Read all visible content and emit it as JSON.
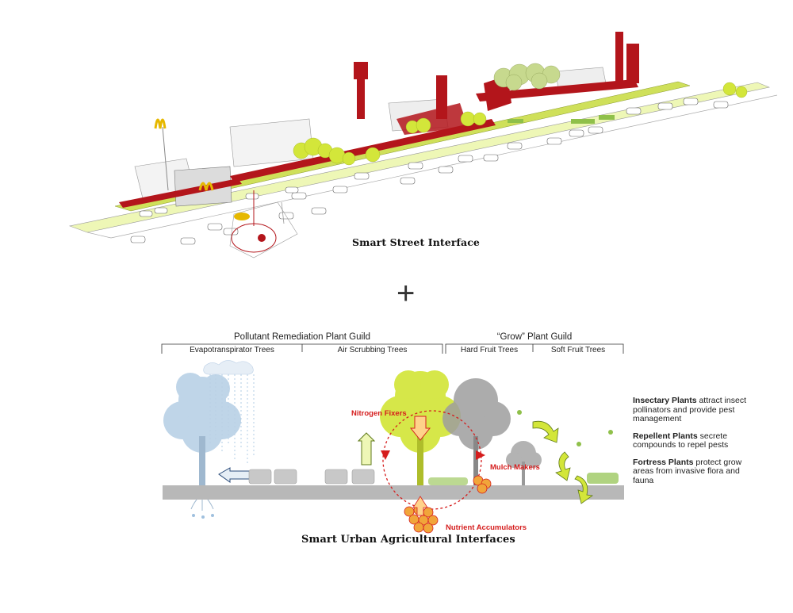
{
  "top": {
    "caption": "Smart Street Interface"
  },
  "connector": "+",
  "bottom": {
    "guilds": [
      {
        "label": "Pollutant Remediation Plant Guild",
        "subs": [
          "Evapotranspirator Trees",
          "Air Scrubbing Trees"
        ]
      },
      {
        "label": "“Grow” Plant Guild",
        "subs": [
          "Hard Fruit Trees",
          "Soft Fruit Trees"
        ]
      }
    ],
    "labels": {
      "nitrogen": "Nitrogen Fixers",
      "mulch": "Mulch Makers",
      "nutrient": "Nutrient Accumulators"
    },
    "legend": [
      {
        "term": "Insectary Plants",
        "desc": " attract insect pollinators and provide pest management"
      },
      {
        "term": "Repellent Plants",
        "desc": " secrete compounds to repel pests"
      },
      {
        "term": "Fortress Plants",
        "desc": " protect grow areas from invasive flora and fauna"
      }
    ],
    "caption": "Smart Urban Agricultural Interfaces"
  },
  "colors": {
    "red": "#b3151b",
    "lime": "#d3e63a",
    "paleBlue": "#b9d1e6",
    "grey": "#9e9e9e",
    "ground": "#b8b8b8"
  }
}
